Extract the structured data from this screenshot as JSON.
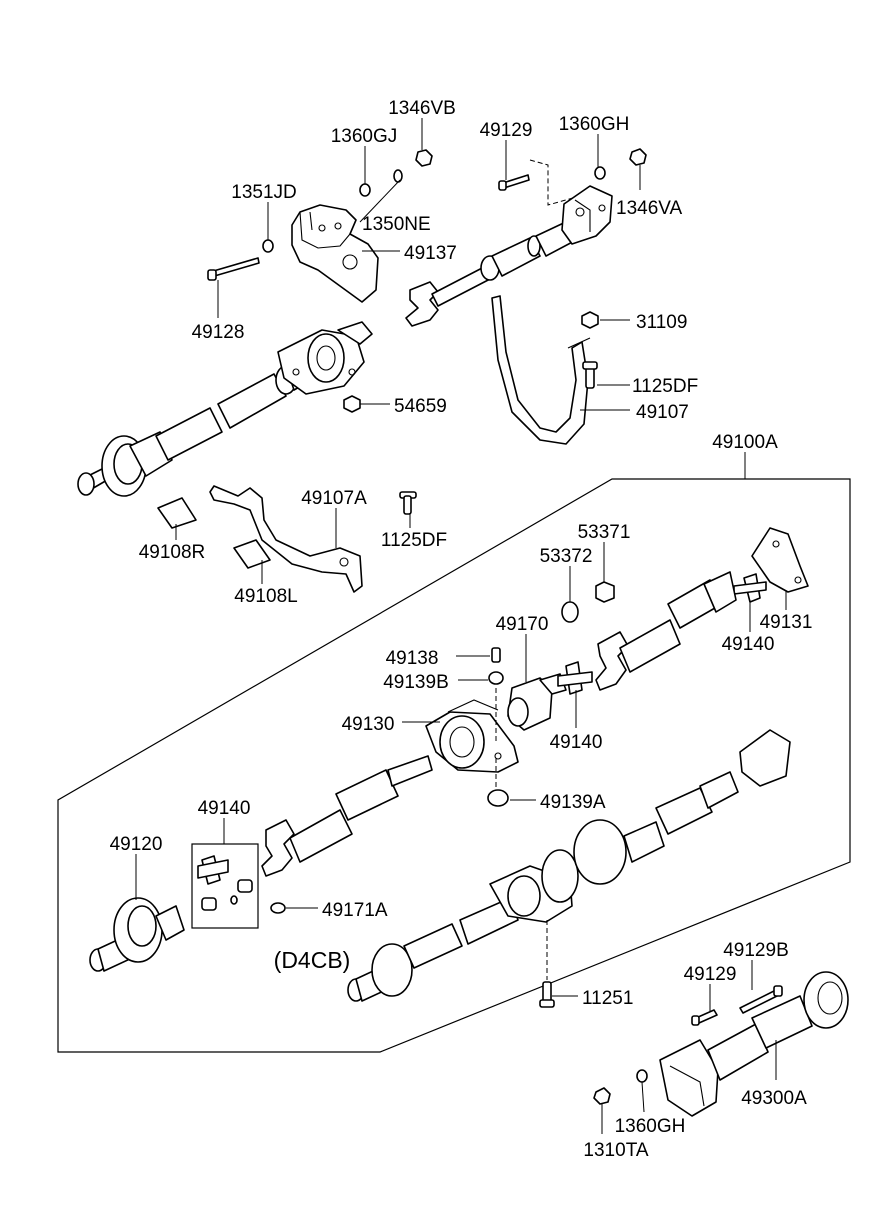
{
  "labels": {
    "p1346VB": "1346VB",
    "p1360GJ": "1360GJ",
    "p49129_top": "49129",
    "p1360GH_top": "1360GH",
    "p1351JD": "1351JD",
    "p1350NE": "1350NE",
    "p1346VA": "1346VA",
    "p49137": "49137",
    "p49128": "49128",
    "p31109": "31109",
    "p54659": "54659",
    "p1125DF_top": "1125DF",
    "p49107": "49107",
    "p49100A": "49100A",
    "p49107A": "49107A",
    "p49108R": "49108R",
    "p1125DF_mid": "1125DF",
    "p53371": "53371",
    "p53372": "53372",
    "p49108L": "49108L",
    "p49131": "49131",
    "p49170": "49170",
    "p49140_right": "49140",
    "p49138": "49138",
    "p49139B": "49139B",
    "p49130": "49130",
    "p49140_mid": "49140",
    "p49139A": "49139A",
    "p49140_left": "49140",
    "p49120": "49120",
    "p49171A": "49171A",
    "pD4CB": "(D4CB)",
    "p49129B": "49129B",
    "p49129_bot": "49129",
    "p11251": "11251",
    "p49300A": "49300A",
    "p1360GH_bot": "1360GH",
    "p1310TA": "1310TA"
  }
}
